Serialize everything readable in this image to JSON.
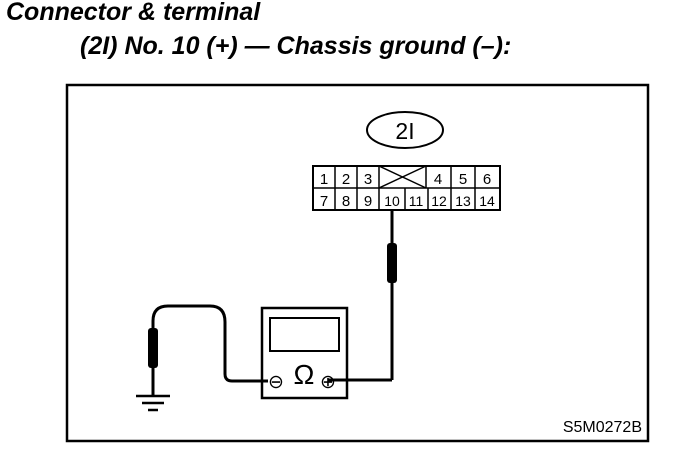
{
  "heading": {
    "line1": "Connector & terminal",
    "line2": "(2I) No. 10 (+) — Chassis ground (–):"
  },
  "connector": {
    "id": "2I",
    "top_row": [
      "1",
      "2",
      "3",
      "4",
      "5",
      "6"
    ],
    "bottom_row": [
      "7",
      "8",
      "9",
      "10",
      "11",
      "12",
      "13",
      "14"
    ]
  },
  "meter": {
    "symbol": "Ω",
    "neg": "⊖",
    "pos": "⊕"
  },
  "figure_code": "S5M0272B"
}
